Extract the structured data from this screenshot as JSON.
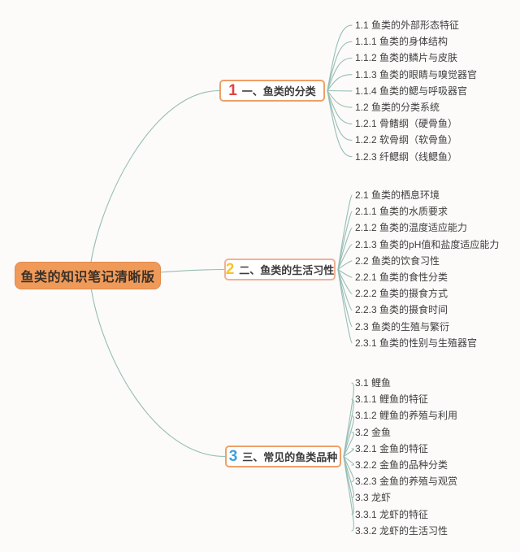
{
  "root": {
    "label": "鱼类的知识笔记清晰版",
    "bg_color": "#f09a5a"
  },
  "connector_color": "#96bdb4",
  "branches": [
    {
      "number": "1",
      "number_color": "#e2413b",
      "border_color": "#efa068",
      "label": "一、鱼类的分类",
      "children": [
        "1.1 鱼类的外部形态特征",
        "1.1.1 鱼类的身体结构",
        "1.1.2 鱼类的鳞片与皮肤",
        "1.1.3 鱼类的眼睛与嗅觉器官",
        "1.1.4 鱼类的鳃与呼吸器官",
        "1.2 鱼类的分类系统",
        "1.2.1 骨鳍纲（硬骨鱼）",
        "1.2.2 软骨纲（软骨鱼）",
        "1.2.3 纤鳃纲（线鳃鱼）"
      ]
    },
    {
      "number": "2",
      "number_color": "#f6c32b",
      "border_color": "#f1b194",
      "label": "二、鱼类的生活习性",
      "children": [
        "2.1 鱼类的栖息环境",
        "2.1.1 鱼类的水质要求",
        "2.1.2 鱼类的温度适应能力",
        "2.1.3 鱼类的pH值和盐度适应能力",
        "2.2 鱼类的饮食习性",
        "2.2.1 鱼类的食性分类",
        "2.2.2 鱼类的摄食方式",
        "2.2.3 鱼类的摄食时间",
        "2.3 鱼类的生殖与繁衍",
        "2.3.1 鱼类的性别与生殖器官"
      ]
    },
    {
      "number": "3",
      "number_color": "#3b9fe0",
      "border_color": "#efa068",
      "label": "三、常见的鱼类品种",
      "children": [
        "3.1 鲤鱼",
        "3.1.1 鲤鱼的特征",
        "3.1.2 鲤鱼的养殖与利用",
        "3.2 金鱼",
        "3.2.1 金鱼的特征",
        "3.2.2 金鱼的品种分类",
        "3.2.3 金鱼的养殖与观赏",
        "3.3 龙虾",
        "3.3.1 龙虾的特征",
        "3.3.2 龙虾的生活习性"
      ]
    }
  ]
}
